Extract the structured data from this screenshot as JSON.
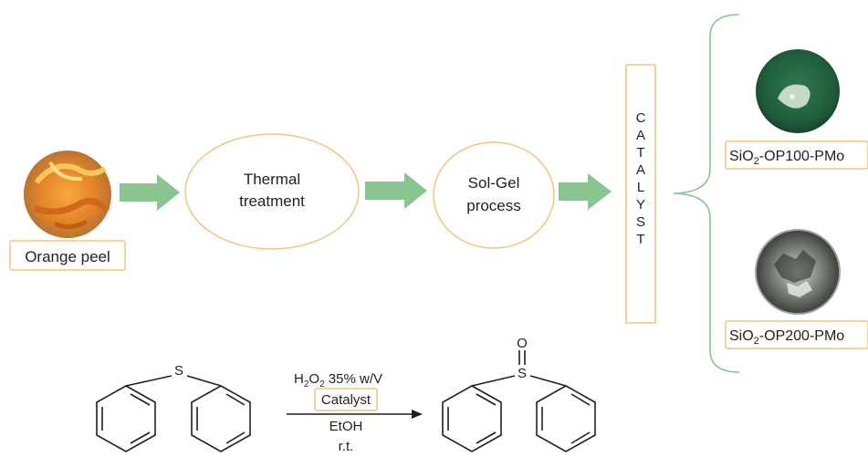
{
  "colors": {
    "box_border": "#f3c47e",
    "arrow_fill": "#8ac58f",
    "bracket": "#8ac58f",
    "text": "#231f20",
    "reaction_line": "#231f20"
  },
  "labels": {
    "orange_peel": "Orange peel",
    "thermal_line1": "Thermal",
    "thermal_line2": "treatment",
    "solgel_line1": "Sol-Gel",
    "solgel_line2": "process",
    "catalyst_letters": [
      "C",
      "A",
      "T",
      "A",
      "L",
      "Y",
      "S",
      "T"
    ],
    "product1_prefix": "SiO",
    "product1_sub": "2",
    "product1_suffix": "-OP100-PMo",
    "product2_prefix": "SiO",
    "product2_sub": "2",
    "product2_suffix": "-OP200-PMo"
  },
  "reaction": {
    "reagent_prefix": "H",
    "reagent_sub1": "2",
    "reagent_mid": "O",
    "reagent_sub2": "2",
    "reagent_suffix": " 35% w/V",
    "catalyst_label": "Catalyst",
    "solvent": "EtOH",
    "temperature": "r.t.",
    "reactant_atom": "S",
    "product_atom": "S",
    "product_oxygen": "O"
  },
  "images": {
    "orange_peel": "orange-peel-photo",
    "product1": "green-powder-dish-photo",
    "product2": "dark-powder-dish-photo"
  }
}
